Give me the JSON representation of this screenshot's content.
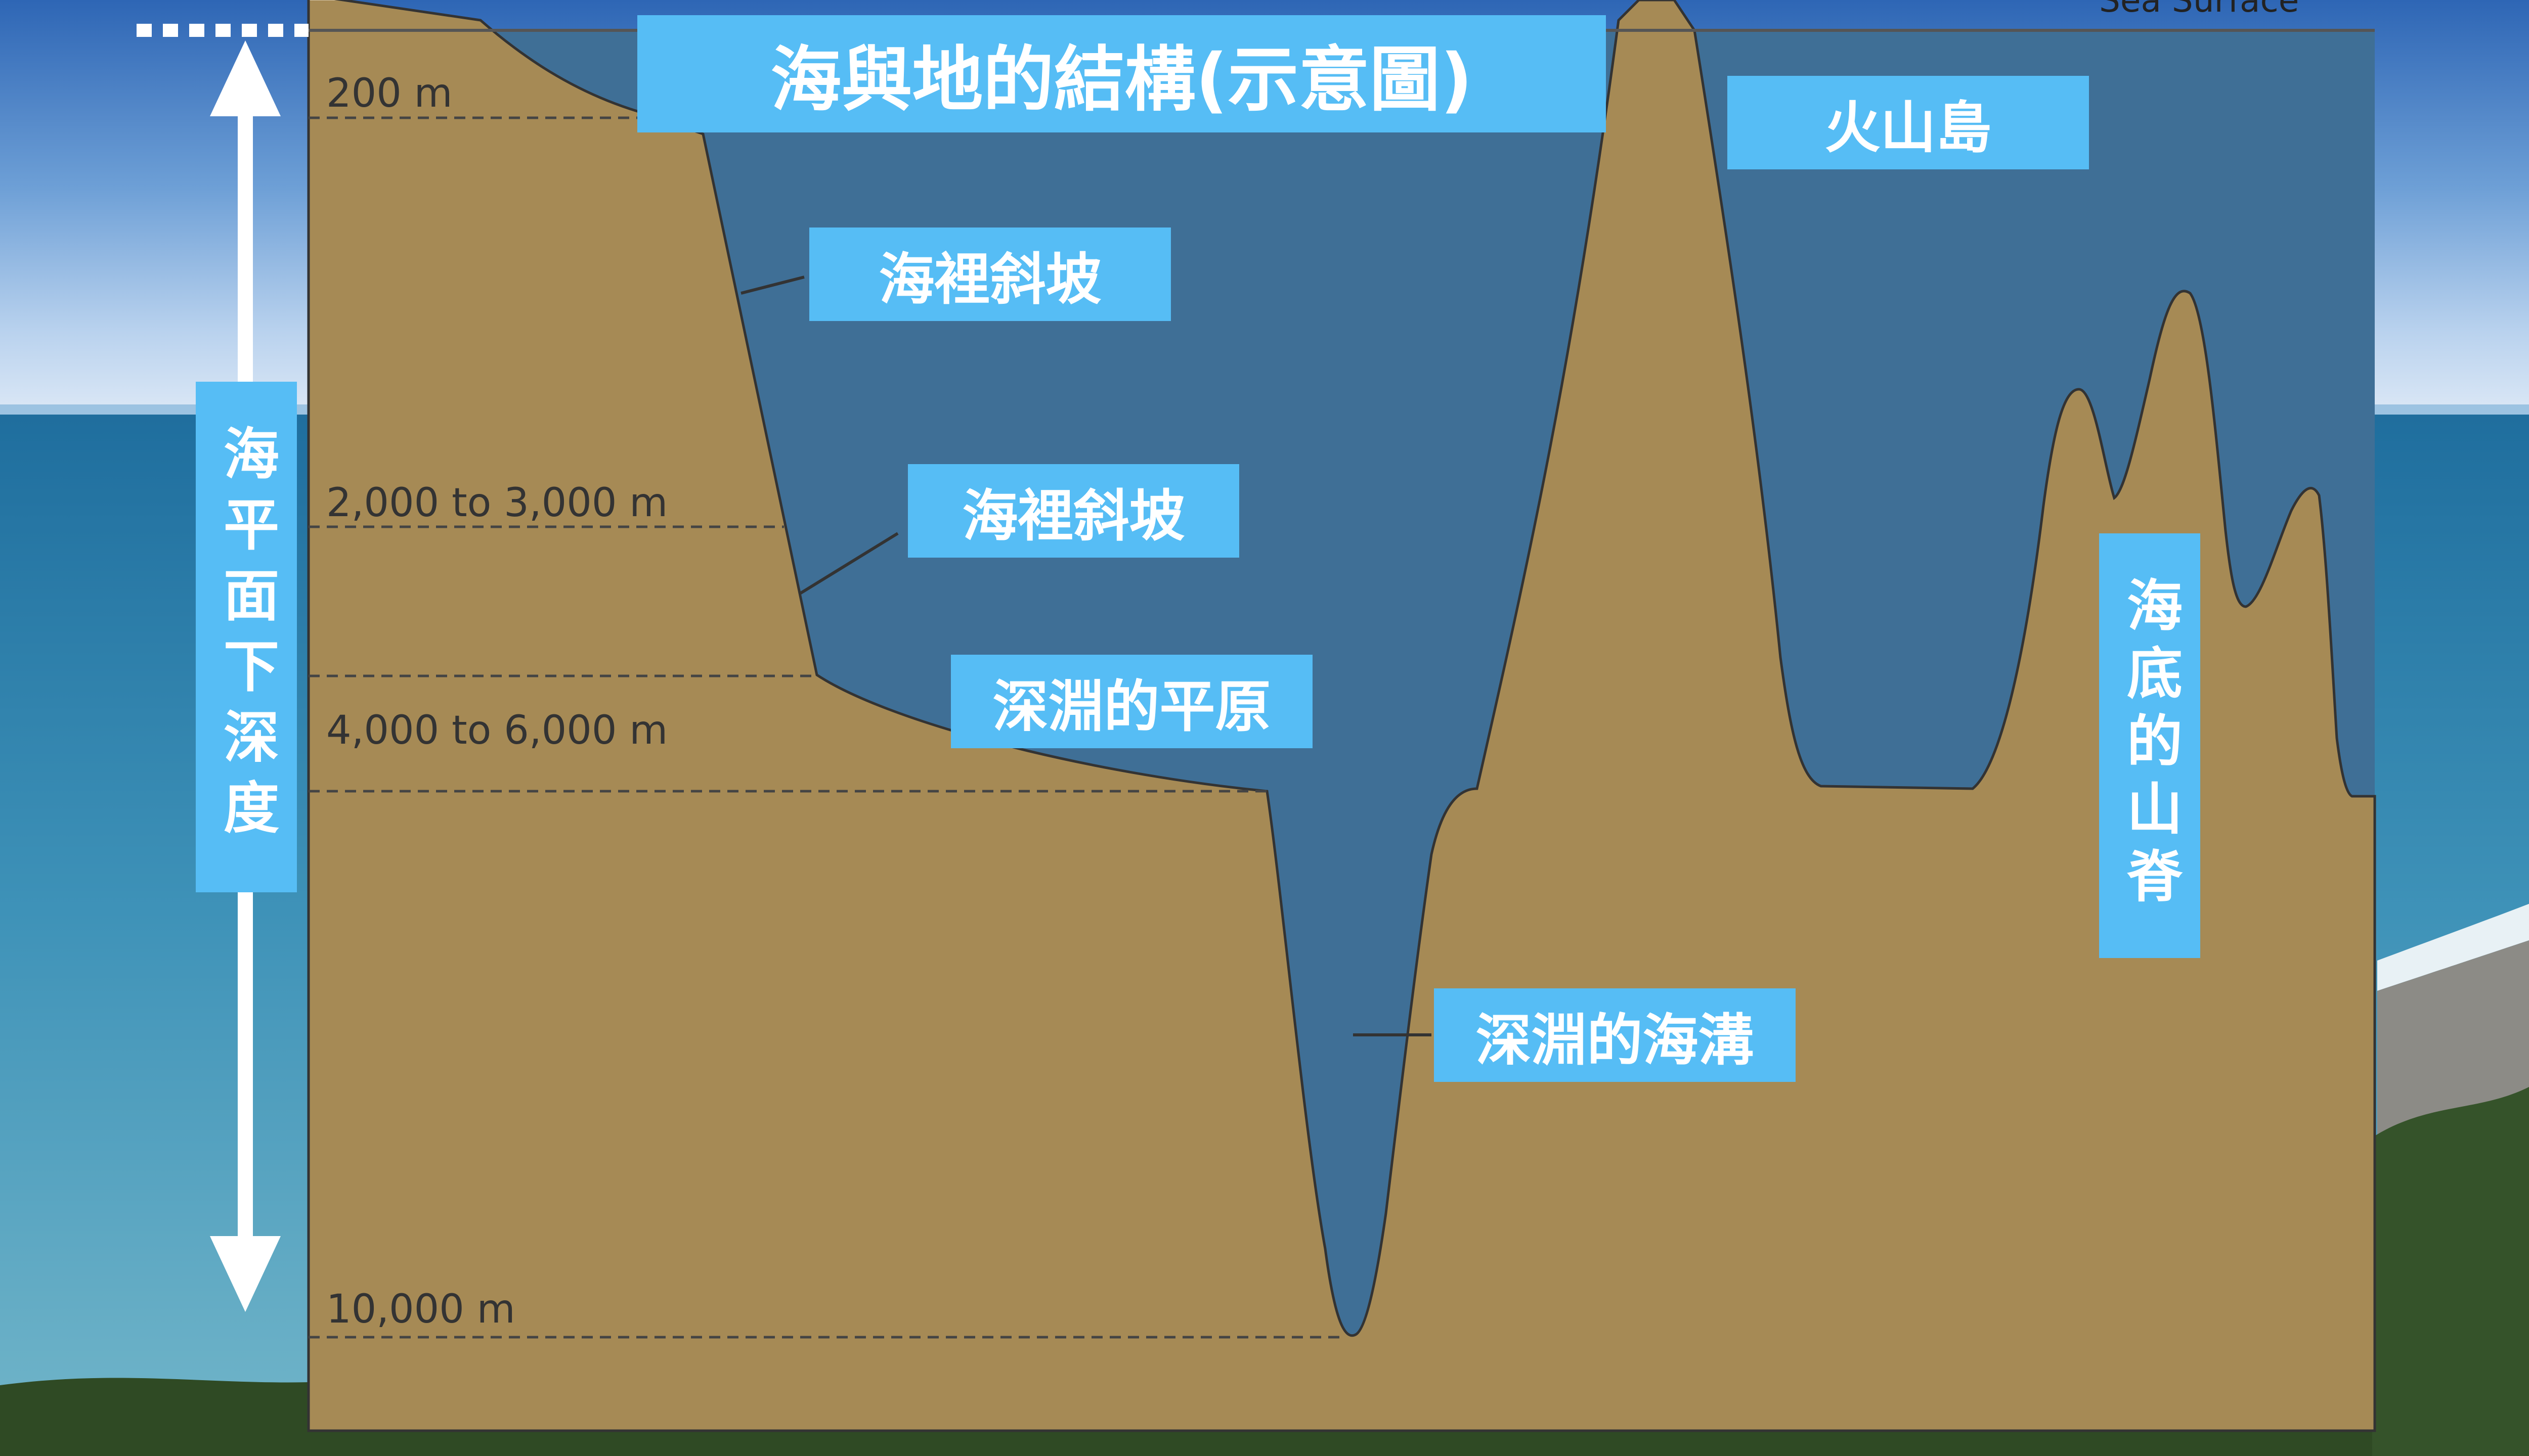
{
  "title": "海與地的結構(示意圖)",
  "sea_surface_label": "Sea Surface",
  "vertical_axis_label": "海平面下深度",
  "depth_labels": {
    "d200": "200 m",
    "d2000": "2,000 to 3,000 m",
    "d4000": "4,000 to 6,000 m",
    "d10000": "10,000 m"
  },
  "features": {
    "slope_1": "海裡斜坡",
    "slope_2": "海裡斜坡",
    "abyssal_plain": "深淵的平原",
    "volcanic_island": "火山島",
    "trench": "深淵的海溝",
    "ridge": "海底的山脊"
  },
  "colors": {
    "label_bg": "#56bdf5",
    "rock_top": "#ece6da",
    "rock_bottom": "#a68a55",
    "water_top": "#ffffff",
    "water_bottom": "#3f6f96"
  }
}
